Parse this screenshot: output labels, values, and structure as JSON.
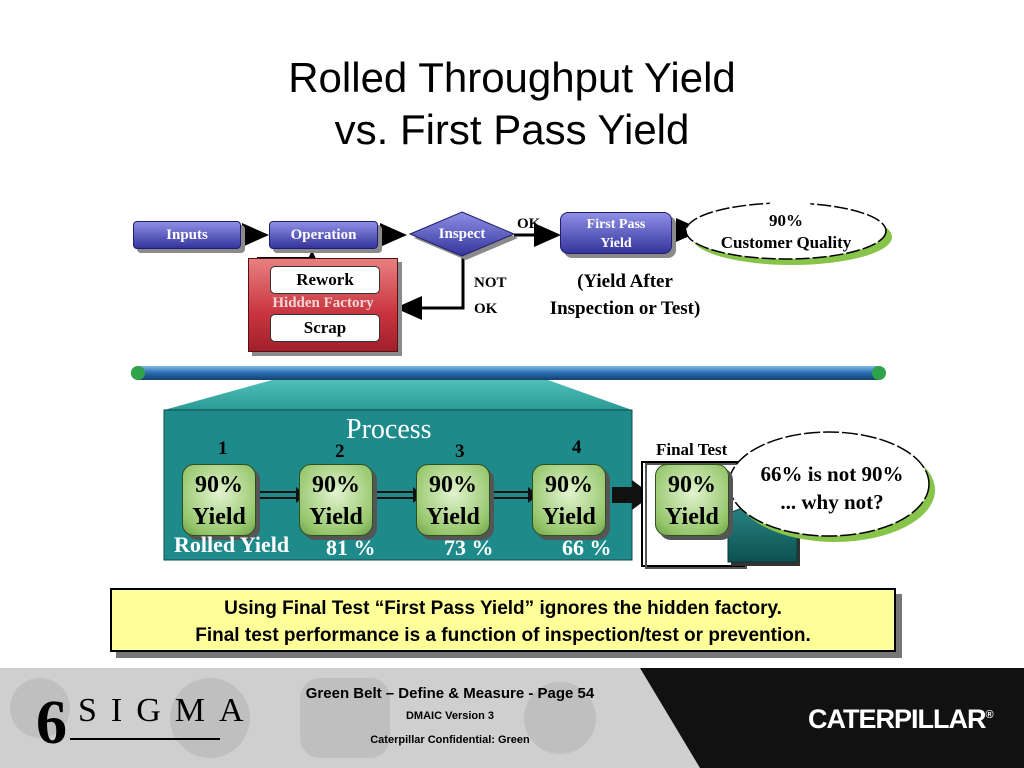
{
  "title": {
    "line1": "Rolled Throughput Yield",
    "line2": "vs. First Pass Yield"
  },
  "top_flow": {
    "inputs": "Inputs",
    "operation": "Operation",
    "inspect": "Inspect",
    "ok": "OK",
    "first_pass_line1": "First Pass",
    "first_pass_line2": "Yield",
    "cloud_line1": "90%",
    "cloud_line2": "Customer Quality",
    "not_line1": "NOT",
    "not_line2": "OK",
    "yield_after_line1": "(Yield After",
    "yield_after_line2": "Inspection or Test)",
    "rework": "Rework",
    "hidden_factory": "Hidden Factory",
    "scrap": "Scrap"
  },
  "process": {
    "title": "Process",
    "steps": [
      {
        "number": "1",
        "value": "90%",
        "label": "Yield"
      },
      {
        "number": "2",
        "value": "90%",
        "label": "Yield"
      },
      {
        "number": "3",
        "value": "90%",
        "label": "Yield"
      },
      {
        "number": "4",
        "value": "90%",
        "label": "Yield"
      }
    ],
    "rolled_label": "Rolled Yield",
    "rolled_values": [
      "81 %",
      "73 %",
      "66 %"
    ],
    "final_test_label": "Final Test",
    "final_test": {
      "value": "90%",
      "label": "Yield"
    },
    "cloud_line1": "66% is not 90%",
    "cloud_line2": "... why not?"
  },
  "note": {
    "line1": "Using Final Test “First Pass Yield” ignores the hidden factory.",
    "line2": "Final test performance is a function of inspection/test or prevention."
  },
  "footer": {
    "logo_six": "6",
    "logo_sigma": "SIGMA",
    "page": "Green Belt – Define & Measure - Page 54",
    "version": "DMAIC Version 3",
    "confidential": "Caterpillar Confidential: Green",
    "brand": "CATERPILLAR",
    "brand_mark": "®"
  },
  "colors": {
    "pill": "#34349c",
    "hidden_factory": "#c8343f",
    "process_panel": "#1f8a8a",
    "yield_box": "#95c66b",
    "note_bg": "#ffff99",
    "cloud_shadow": "#88c34a"
  }
}
